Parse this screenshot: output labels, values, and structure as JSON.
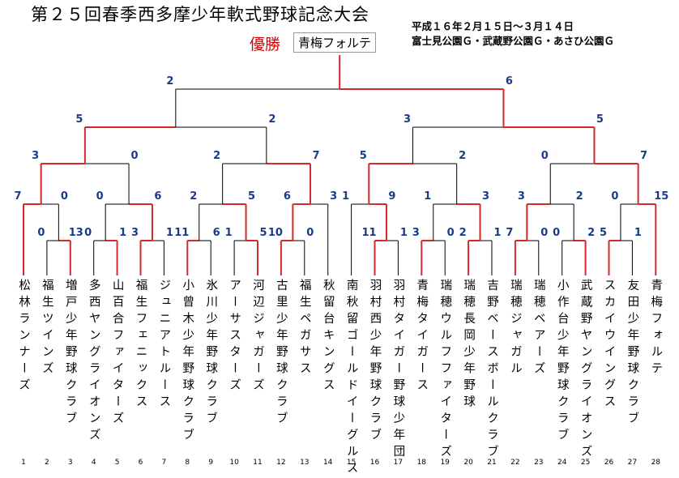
{
  "title": "第２５回春季西多摩少年軟式野球記念大会",
  "winner": {
    "label": "優勝",
    "team": "青梅フォルテ"
  },
  "event": {
    "dates": "平成１６年２月１５日～３月１４日",
    "venues": "富士見公園Ｇ・武蔵野公園Ｇ・あさひ公園Ｇ"
  },
  "teams": [
    {
      "no": "1",
      "name": "松林ランナーズ"
    },
    {
      "no": "2",
      "name": "福生ツインズ"
    },
    {
      "no": "3",
      "name": "増戸少年野球クラブ"
    },
    {
      "no": "4",
      "name": "多西ヤングライオンズ"
    },
    {
      "no": "5",
      "name": "山百合ファイターズ"
    },
    {
      "no": "6",
      "name": "福生フェニックス"
    },
    {
      "no": "7",
      "name": "ジュニアトルース"
    },
    {
      "no": "8",
      "name": "小曾木少年野球クラブ"
    },
    {
      "no": "9",
      "name": "氷川少年野球クラブ"
    },
    {
      "no": "10",
      "name": "アーサスターズ"
    },
    {
      "no": "11",
      "name": "河辺ジャガーズ"
    },
    {
      "no": "12",
      "name": "古里少年野球クラブ"
    },
    {
      "no": "13",
      "name": "福生ペガサス"
    },
    {
      "no": "14",
      "name": "秋留台キングス"
    },
    {
      "no": "15",
      "name": "南秋留ゴールドイーグルス"
    },
    {
      "no": "16",
      "name": "羽村西少年野球クラブ"
    },
    {
      "no": "17",
      "name": "羽村タイガー野球少年団"
    },
    {
      "no": "18",
      "name": "青梅タイガース"
    },
    {
      "no": "19",
      "name": "瑞穂ウルフファイターズ"
    },
    {
      "no": "20",
      "name": "瑞穂長岡少年野球"
    },
    {
      "no": "21",
      "name": "吉野ベースボールクラブ"
    },
    {
      "no": "22",
      "name": "瑞穂ジャガル"
    },
    {
      "no": "23",
      "name": "瑞穂ベアーズ"
    },
    {
      "no": "24",
      "name": "小作台少年野球クラブ"
    },
    {
      "no": "25",
      "name": "武蔵野ヤングライオンズ"
    },
    {
      "no": "26",
      "name": "スカイウイングス"
    },
    {
      "no": "27",
      "name": "友田少年野球クラブ"
    },
    {
      "no": "28",
      "name": "青梅フォルテ"
    }
  ],
  "matches": [
    {
      "id": "r1-2v3",
      "round": 1,
      "a": 2,
      "b": 3,
      "sa": "0",
      "sb": "13",
      "win": "b"
    },
    {
      "id": "r1-4v5",
      "round": 1,
      "a": 4,
      "b": 5,
      "sa": "0",
      "sb": "1",
      "win": "b"
    },
    {
      "id": "r1-6v7",
      "round": 1,
      "a": 6,
      "b": 7,
      "sa": "3",
      "sb": "1",
      "win": "a"
    },
    {
      "id": "r1-8v9",
      "round": 1,
      "a": 8,
      "b": 9,
      "sa": "11",
      "sb": "6",
      "win": "a"
    },
    {
      "id": "r1-10v11",
      "round": 1,
      "a": 10,
      "b": 11,
      "sa": "1",
      "sb": "5",
      "win": "b"
    },
    {
      "id": "r1-12v13",
      "round": 1,
      "a": 12,
      "b": 13,
      "sa": "10",
      "sb": "0",
      "win": "a"
    },
    {
      "id": "r1-16v17",
      "round": 1,
      "a": 16,
      "b": 17,
      "sa": "11",
      "sb": "1",
      "win": "a"
    },
    {
      "id": "r1-18v19",
      "round": 1,
      "a": 18,
      "b": 19,
      "sa": "3",
      "sb": "0",
      "win": "a"
    },
    {
      "id": "r1-20v21",
      "round": 1,
      "a": 20,
      "b": 21,
      "sa": "2",
      "sb": "1",
      "win": "a"
    },
    {
      "id": "r1-22v23",
      "round": 1,
      "a": 22,
      "b": 23,
      "sa": "7",
      "sb": "0",
      "win": "a"
    },
    {
      "id": "r1-24v25",
      "round": 1,
      "a": 24,
      "b": 25,
      "sa": "0",
      "sb": "2",
      "win": "b"
    },
    {
      "id": "r1-26v27",
      "round": 1,
      "a": 26,
      "b": 27,
      "sa": "5",
      "sb": "1",
      "win": "a"
    },
    {
      "id": "r2-1vm",
      "round": 2,
      "a": 1,
      "b": "r1-2v3",
      "sa": "7",
      "sb": "0",
      "win": "a"
    },
    {
      "id": "r2-mvm-a",
      "round": 2,
      "a": "r1-4v5",
      "b": "r1-6v7",
      "sa": "0",
      "sb": "6",
      "win": "b"
    },
    {
      "id": "r2-mvm-b",
      "round": 2,
      "a": "r1-8v9",
      "b": "r1-10v11",
      "sa": "2",
      "sb": "5",
      "win": "b"
    },
    {
      "id": "r2-mv14",
      "round": 2,
      "a": "r1-12v13",
      "b": 14,
      "sa": "6",
      "sb": "3",
      "win": "a"
    },
    {
      "id": "r2-15vm",
      "round": 2,
      "a": 15,
      "b": "r1-16v17",
      "sa": "1",
      "sb": "9",
      "win": "b"
    },
    {
      "id": "r2-mvm-c",
      "round": 2,
      "a": "r1-18v19",
      "b": "r1-20v21",
      "sa": "1",
      "sb": "3",
      "win": "b"
    },
    {
      "id": "r2-mvm-d",
      "round": 2,
      "a": "r1-22v23",
      "b": "r1-24v25",
      "sa": "3",
      "sb": "2",
      "win": "a"
    },
    {
      "id": "r2-mv28",
      "round": 2,
      "a": "r1-26v27",
      "b": 28,
      "sa": "0",
      "sb": "15",
      "win": "b"
    },
    {
      "id": "r3-a",
      "round": 3,
      "a": "r2-1vm",
      "b": "r2-mvm-a",
      "sa": "3",
      "sb": "0",
      "win": "a"
    },
    {
      "id": "r3-b",
      "round": 3,
      "a": "r2-mvm-b",
      "b": "r2-mv14",
      "sa": "2",
      "sb": "7",
      "win": "b"
    },
    {
      "id": "r3-c",
      "round": 3,
      "a": "r2-15vm",
      "b": "r2-mvm-c",
      "sa": "5",
      "sb": "2",
      "win": "a"
    },
    {
      "id": "r3-d",
      "round": 3,
      "a": "r2-mvm-d",
      "b": "r2-mv28",
      "sa": "0",
      "sb": "7",
      "win": "b"
    },
    {
      "id": "sf-a",
      "round": 4,
      "a": "r3-a",
      "b": "r3-b",
      "sa": "5",
      "sb": "2",
      "win": "a"
    },
    {
      "id": "sf-b",
      "round": 4,
      "a": "r3-c",
      "b": "r3-d",
      "sa": "3",
      "sb": "5",
      "win": "b"
    },
    {
      "id": "final",
      "round": 5,
      "a": "sf-a",
      "b": "sf-b",
      "sa": "2",
      "sb": "6",
      "win": "b"
    }
  ],
  "colors": {
    "win_line": "#d42a2a",
    "lose_line": "#000000",
    "score": "#1a3a8a",
    "winner_label": "#d40000"
  }
}
